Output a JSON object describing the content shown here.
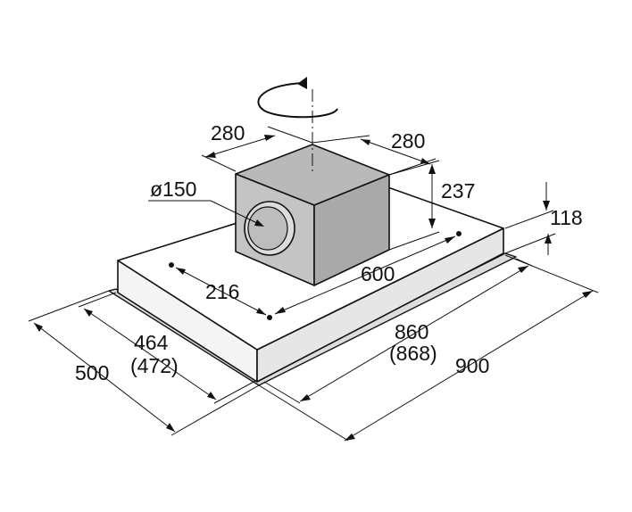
{
  "colors": {
    "line": "#111111",
    "top_face": "#ffffff",
    "side_face": "#ececec",
    "box_top": "#b9b9b9",
    "box_front": "#c4c4c4",
    "box_right": "#a9a9a9",
    "background": "#ffffff"
  },
  "icons": {
    "rotation": "rotation-arrow-icon"
  },
  "dimensions": {
    "chimney_width": "280",
    "chimney_depth": "280",
    "chimney_height": "237",
    "duct_diameter": "ø150",
    "canopy_thickness": "118",
    "mount_spacing_length": "600",
    "mount_spacing_depth": "216",
    "cutout_length": "860",
    "cutout_length_alt": "(868)",
    "overall_length": "900",
    "cutout_depth": "464",
    "cutout_depth_alt": "(472)",
    "overall_depth": "500"
  }
}
